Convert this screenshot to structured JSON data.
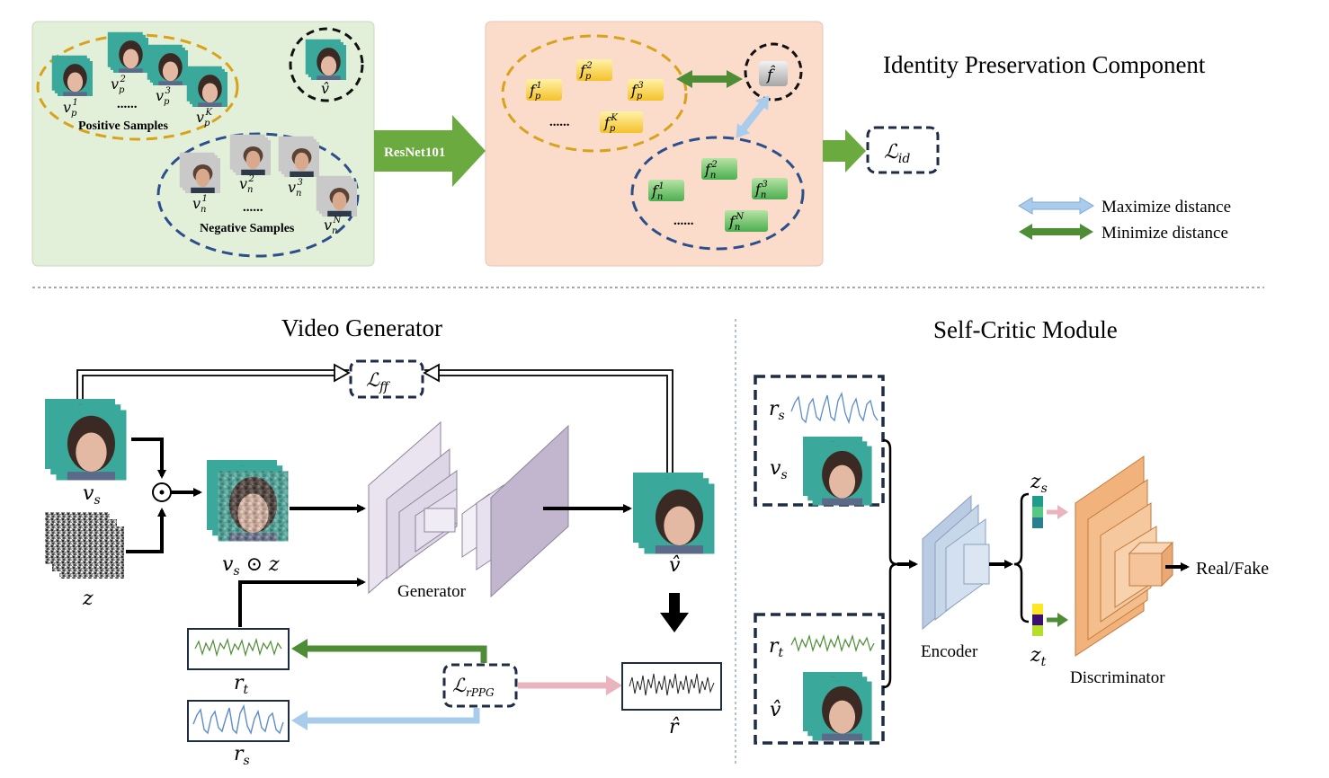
{
  "top": {
    "title": "Identity Preservation Component",
    "backbone": "ResNet101",
    "anchor_sample": "v̂",
    "anchor_feature": "f̂",
    "positive_label": "Positive Samples",
    "negative_label": "Negative Samples",
    "positive_samples": [
      "v",
      "v",
      "v",
      "v"
    ],
    "positive_sup": [
      "1",
      "2",
      "3",
      "K"
    ],
    "negative_samples": [
      "v",
      "v",
      "v",
      "v"
    ],
    "negative_sup": [
      "1",
      "2",
      "3",
      "N"
    ],
    "ellipsis": "......",
    "positive_features_sup": [
      "1",
      "2",
      "3",
      "K"
    ],
    "negative_features_sup": [
      "1",
      "2",
      "3",
      "N"
    ],
    "loss_id": "ℒ",
    "loss_id_sub": "id",
    "legend_maximize": "Maximize distance",
    "legend_minimize": "Minimize  distance",
    "colors": {
      "positive_ring": "#d9a21b",
      "negative_ring": "#2c4f8c",
      "green_panel": "#e3f0d9",
      "peach_panel": "#fbdccb",
      "min_arrow": "#4e8c35",
      "max_arrow": "#a9ccec",
      "pink_arrow": "#eab3bd"
    }
  },
  "generator": {
    "title": "Video Generator",
    "input_video": "v",
    "input_video_sub": "s",
    "noise": "z",
    "hadamard": "⊙",
    "masked_label": "v",
    "masked_label_sub": "s",
    "masked_label_rest": " ⊙ z",
    "generator_label": "Generator",
    "output_video": "v̂",
    "loss_ff": "ℒ",
    "loss_ff_sub": "ff",
    "loss_rppg": "ℒ",
    "loss_rppg_sub": "rPPG",
    "signal_target": "r",
    "signal_target_sub": "t",
    "signal_source": "r",
    "signal_source_sub": "s",
    "signal_output": "r̂"
  },
  "critic": {
    "title": "Self-Critic Module",
    "pair1_signal": "r",
    "pair1_signal_sub": "s",
    "pair1_video": "v",
    "pair1_video_sub": "s",
    "pair2_signal": "r",
    "pair2_signal_sub": "t",
    "pair2_video": "v̂",
    "encoder_label": "Encoder",
    "latent1": "z",
    "latent1_sub": "s",
    "latent2": "z",
    "latent2_sub": "t",
    "discriminator_label": "Discriminator",
    "output_label": "Real/Fake"
  }
}
